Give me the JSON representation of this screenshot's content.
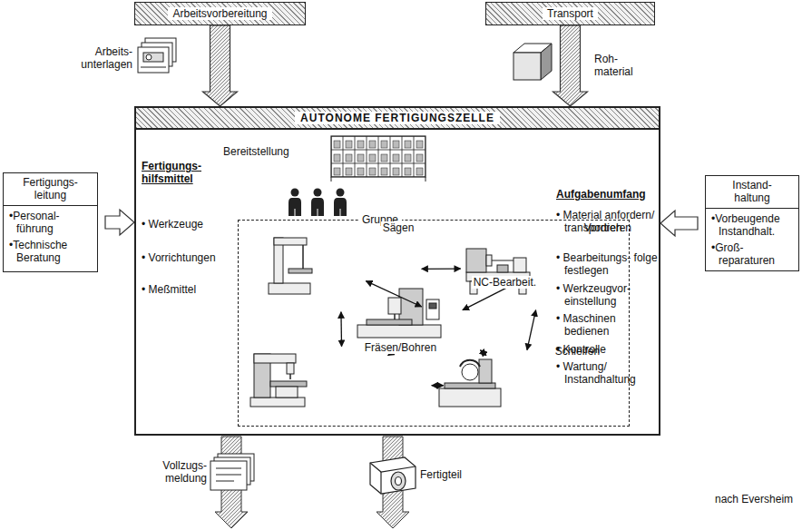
{
  "diagram": {
    "nodes": [
      {
        "text": [
          "Arbeitsvorbereitung"
        ]
      },
      {
        "text": [
          "Transport"
        ]
      },
      {
        "text": [
          "Fertigungs- leitung",
          "•Personal- führung",
          "•Technische Beratung"
        ]
      },
      {
        "text": [
          "Instand- haltung",
          "•Vorbeugende Instandhalt.",
          "•Groß- reparaturen"
        ]
      },
      {
        "text": [
          "AUTONOME FERTIGUNGSZELLE"
        ]
      },
      {
        "text": [
          "Gruppe"
        ],
        "in": 4
      },
      {
        "text": [
          "Sägen"
        ],
        "in": 5
      },
      {
        "text": [
          "Vordreh"
        ],
        "in": 5
      },
      {
        "text": [
          "NC-Bearbeit."
        ],
        "in": 5
      },
      {
        "text": [
          "Fräsen/Bohren"
        ],
        "in": 5
      },
      {
        "text": [
          "Schleifen"
        ],
        "in": 5
      }
    ],
    "edges": [
      {
        "from": 0,
        "to": 4,
        "arrow": "to"
      },
      {
        "from": 1,
        "to": 4,
        "arrow": "to"
      },
      {
        "from": 2,
        "to": 4,
        "arrow": "to"
      },
      {
        "from": 3,
        "to": 4,
        "arrow": "to"
      },
      {
        "from": 6,
        "to": 7,
        "arrow": "both"
      },
      {
        "from": 6,
        "to": 8,
        "arrow": "both"
      },
      {
        "from": 6,
        "to": 9,
        "arrow": "both"
      },
      {
        "from": 7,
        "to": 8,
        "arrow": "both"
      },
      {
        "from": 7,
        "to": 10,
        "arrow": "both"
      },
      {
        "from": 9,
        "to": 8,
        "arrow": "both"
      },
      {
        "from": 10,
        "to": 8,
        "arrow": "both"
      },
      {
        "from": 9,
        "to": 10,
        "arrow": "both"
      }
    ],
    "labels": [
      "Arbeits- unterlagen",
      "Roh- material",
      "Bereitstellung",
      "Fertigungs- hilfsmittel",
      "• Werkzeuge",
      "• Vorrichtungen",
      "• Meßmittel",
      "Aufgabenumfang",
      "• Material anfordern/ transportieren",
      "• Bearbeitungs- folge festlegen",
      "• Werkzeugvor- einstellung",
      "• Maschinen bedienen",
      "• Kontrolle",
      "• Wartung/ Instandhaltung",
      "Vollzugs- meldung",
      "Fertigteil",
      "nach Eversheim"
    ]
  }
}
